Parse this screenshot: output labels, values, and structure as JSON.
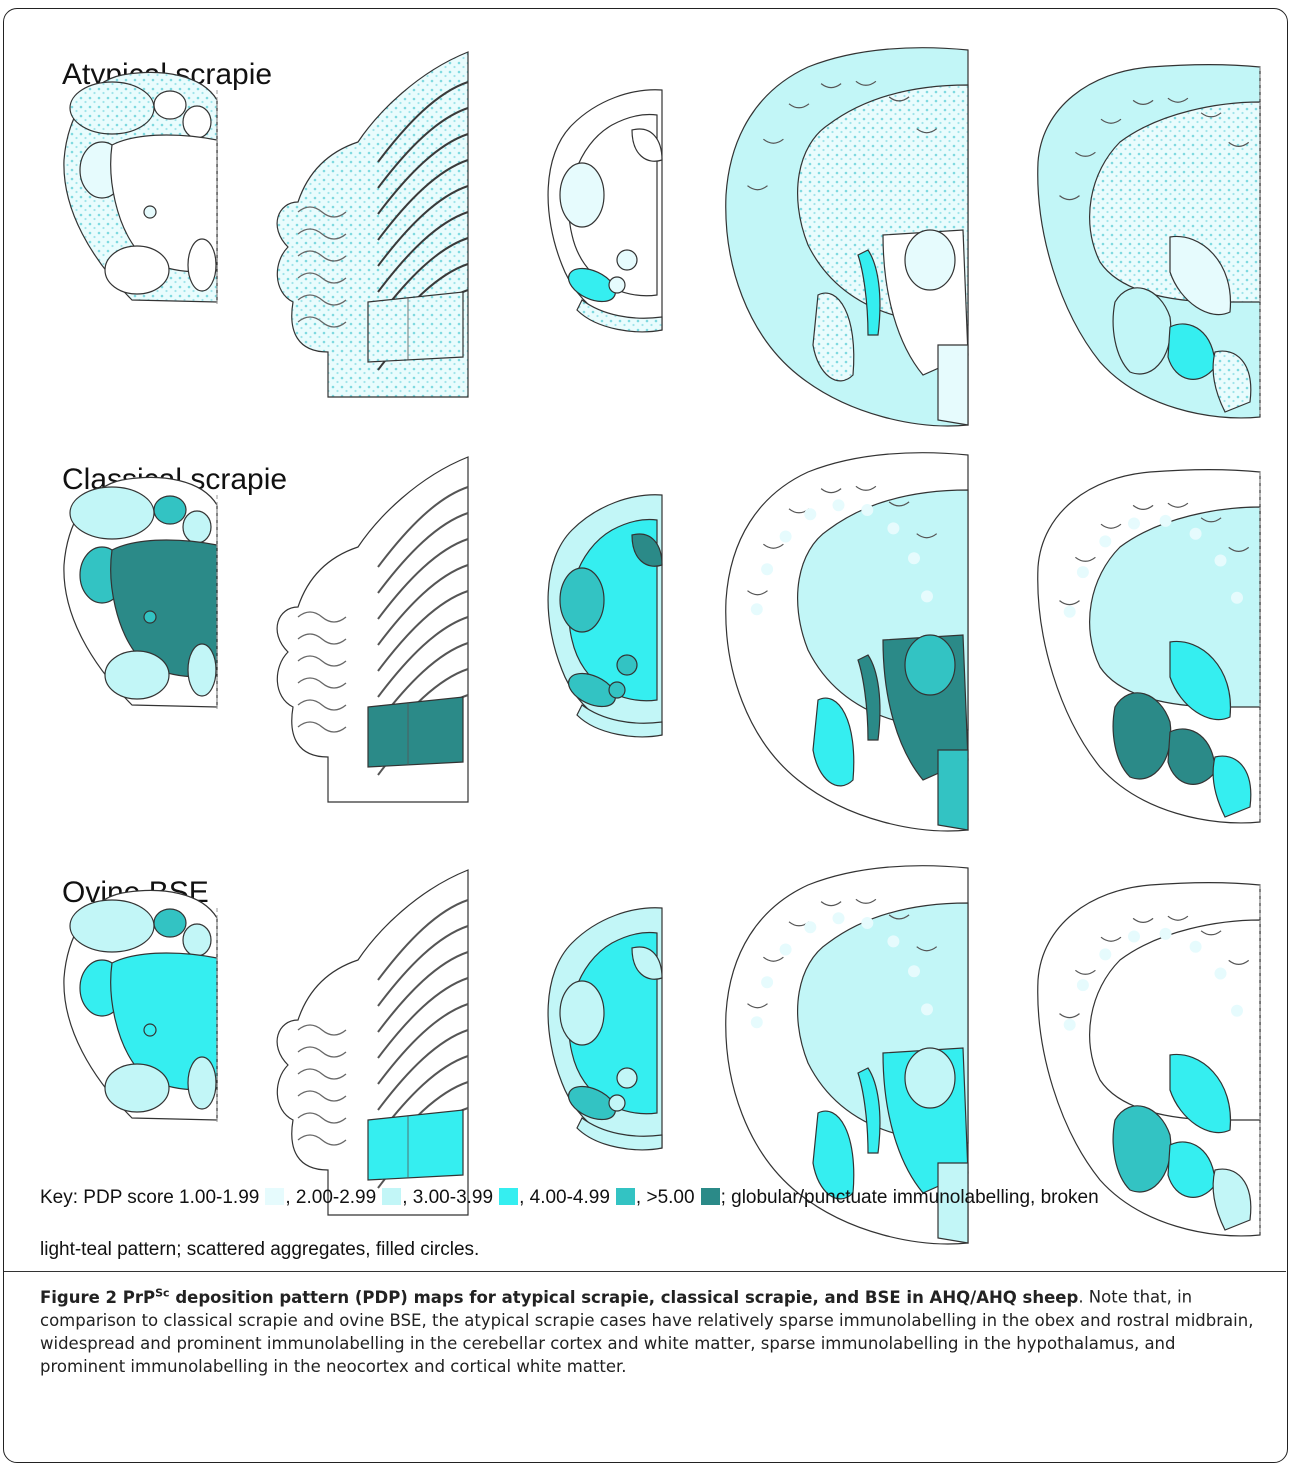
{
  "figure": {
    "rows": [
      {
        "title": "Atypical scrapie"
      },
      {
        "title": "Classical scrapie"
      },
      {
        "title": "Ovine BSE"
      }
    ],
    "key": {
      "prefix": "Key: PDP score",
      "items": [
        {
          "label": "1.00-1.99",
          "color": "#e6fbfd",
          "sep": ","
        },
        {
          "label": "2.00-2.99",
          "color": "#c2f6f7",
          "sep": ","
        },
        {
          "label": "3.00-3.99",
          "color": "#35eef0",
          "sep": ","
        },
        {
          "label": "4.00-4.99",
          "color": "#33c3c3",
          "sep": ","
        },
        {
          "label": ">5.00",
          "color": "#2b8a88",
          "sep": ";"
        }
      ],
      "text_line1_end": "globular/punctuate immunolabelling, broken",
      "text_line2": "light-teal pattern; scattered aggregates, filled circles."
    },
    "caption": {
      "label": "Figure 2",
      "title_pre": "PrP",
      "title_sup": "Sc",
      "title_post": "deposition pattern (PDP) maps for atypical scrapie, classical scrapie, and BSE in AHQ/AHQ sheep",
      "body": ". Note that, in comparison to classical scrapie and ovine BSE, the atypical scrapie cases have relatively sparse immunolabelling in the obex and rostral midbrain, widespread and prominent immunolabelling in the cerebellar cortex and white matter, sparse immunolabelling in the hypothalamus, and prominent immunolabelling in the neocortex and cortical white matter."
    },
    "colors": {
      "white": "#ffffff",
      "s1": "#e6fbfd",
      "s2": "#c2f6f7",
      "s3": "#35eef0",
      "s4": "#33c3c3",
      "s5": "#2b8a88",
      "outline": "#333333"
    }
  }
}
